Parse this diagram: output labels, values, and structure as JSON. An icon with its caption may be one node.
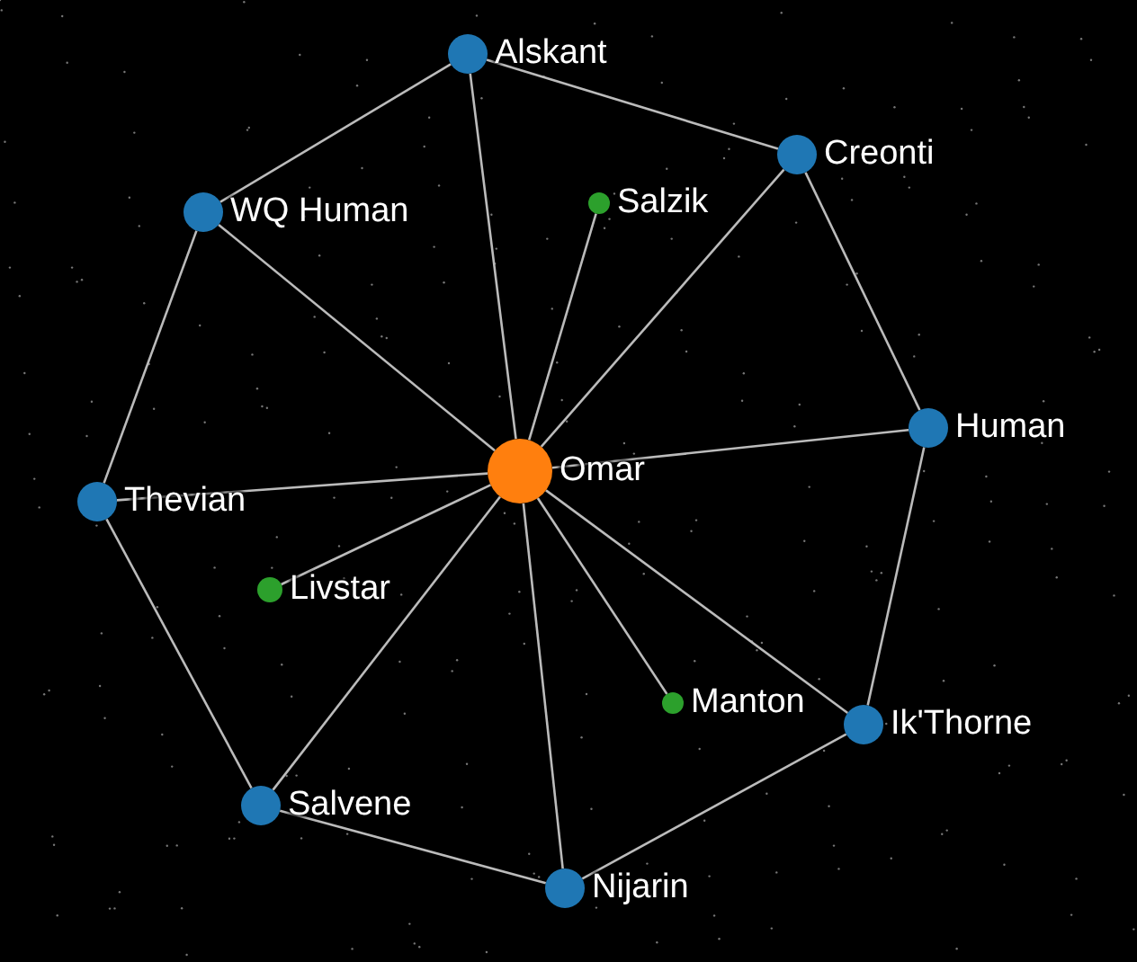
{
  "diagram": {
    "nodes": [
      {
        "text": [],
        "shape": "circle",
        "beside": [
          "Omar"
        ]
      },
      {
        "text": [],
        "shape": "circle",
        "beside": [
          "Alskant"
        ]
      },
      {
        "text": [],
        "shape": "circle",
        "beside": [
          "Creonti"
        ]
      },
      {
        "text": [],
        "shape": "circle",
        "beside": [
          "Salzik"
        ]
      },
      {
        "text": [],
        "shape": "circle",
        "beside": [
          "WQ Human"
        ]
      },
      {
        "text": [],
        "shape": "circle",
        "beside": [
          "Human"
        ]
      },
      {
        "text": [],
        "shape": "circle",
        "beside": [
          "Thevian"
        ]
      },
      {
        "text": [],
        "shape": "circle",
        "beside": [
          "Livstar"
        ]
      },
      {
        "text": [],
        "shape": "circle",
        "beside": [
          "Manton"
        ]
      },
      {
        "text": [],
        "shape": "circle",
        "beside": [
          "Ik'Thorne"
        ]
      },
      {
        "text": [],
        "shape": "circle",
        "beside": [
          "Salvene"
        ]
      },
      {
        "text": [],
        "shape": "circle",
        "beside": [
          "Nijarin"
        ]
      }
    ],
    "edges": [
      {
        "from": 0,
        "to": 1,
        "arrow": "none"
      },
      {
        "from": 0,
        "to": 2,
        "arrow": "none"
      },
      {
        "from": 0,
        "to": 3,
        "arrow": "none"
      },
      {
        "from": 0,
        "to": 4,
        "arrow": "none"
      },
      {
        "from": 0,
        "to": 5,
        "arrow": "none"
      },
      {
        "from": 0,
        "to": 6,
        "arrow": "none"
      },
      {
        "from": 0,
        "to": 7,
        "arrow": "none"
      },
      {
        "from": 0,
        "to": 8,
        "arrow": "none"
      },
      {
        "from": 0,
        "to": 9,
        "arrow": "none"
      },
      {
        "from": 0,
        "to": 10,
        "arrow": "none"
      },
      {
        "from": 0,
        "to": 11,
        "arrow": "none"
      },
      {
        "from": 1,
        "to": 2,
        "arrow": "none"
      },
      {
        "from": 2,
        "to": 5,
        "arrow": "none"
      },
      {
        "from": 5,
        "to": 9,
        "arrow": "none"
      },
      {
        "from": 9,
        "to": 11,
        "arrow": "none"
      },
      {
        "from": 11,
        "to": 10,
        "arrow": "none"
      },
      {
        "from": 10,
        "to": 6,
        "arrow": "none"
      },
      {
        "from": 6,
        "to": 4,
        "arrow": "none"
      },
      {
        "from": 4,
        "to": 1,
        "arrow": "none"
      }
    ]
  }
}
